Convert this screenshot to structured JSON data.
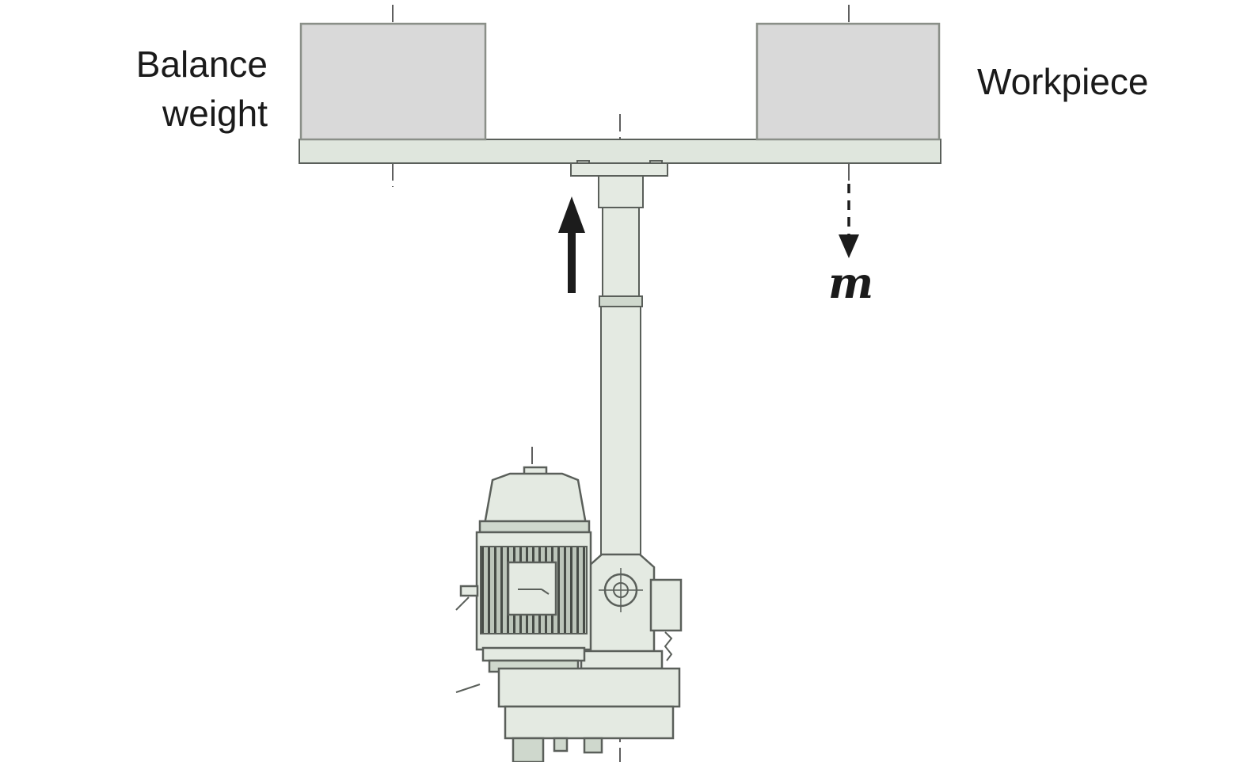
{
  "diagram": {
    "labels": {
      "balance_weight_line1": "Balance",
      "balance_weight_line2": "weight",
      "workpiece": "Workpiece",
      "mass_symbol": "m"
    },
    "colors": {
      "background": "#ffffff",
      "block_fill": "#d9d9d9",
      "block_stroke": "#8a8f88",
      "beam_fill": "#dfe6dd",
      "machine_fill": "#e4eae2",
      "machine_fill_dark": "#cfd8cd",
      "fin_dark": "#474c47",
      "outline": "#5a5f5a",
      "centerline": "#5f5f5f",
      "arrow": "#1c1c1c",
      "text": "#1a1a1a"
    }
  }
}
